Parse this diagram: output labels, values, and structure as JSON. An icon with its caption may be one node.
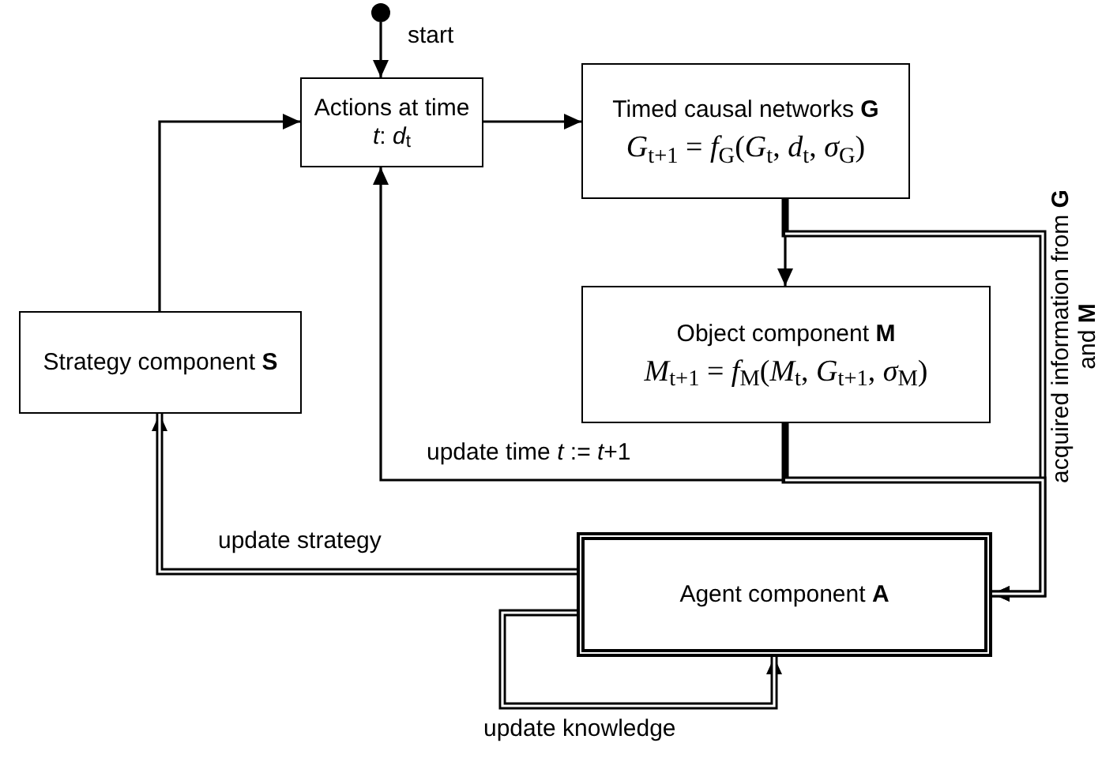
{
  "diagram": {
    "nodes": [
      {
        "text": [],
        "shape": "circle",
        "beside": [
          "start"
        ]
      },
      {
        "text": [
          "Actions at time *t*:  *d*$_{t}$"
        ]
      },
      {
        "text": [
          "Timed causal networks **G**",
          "*G*$_{t+1}$ = *f*$_{G}$(*G*$_{t}$, *d*$_{t}$, *σ*$_{G}$)"
        ]
      },
      {
        "text": [
          "Object component **M**",
          "*M*$_{t+1}$ = *f*$_{M}$(*M*$_{t}$, *G*$_{t+1}$, *σ*$_{M}$)"
        ]
      },
      {
        "text": [
          "Strategy component **S**"
        ]
      },
      {
        "text": [
          "Agent component **A**"
        ]
      }
    ],
    "edges": [
      {
        "from": 0,
        "to": 1,
        "arrow": "to"
      },
      {
        "from": 1,
        "to": 2,
        "arrow": "to"
      },
      {
        "from": 2,
        "to": 3,
        "arrow": "to"
      },
      {
        "from": 3,
        "to": 1,
        "arrow": "to",
        "label": "update time *t* := *t*+1"
      },
      {
        "from": 4,
        "to": 1,
        "arrow": "to"
      },
      {
        "from": 5,
        "to": 4,
        "arrow": "to",
        "label": "update strategy",
        "style": "thick"
      },
      {
        "from": 2,
        "to": 5,
        "arrow": "to",
        "label": "acquired information from **G** and **M**",
        "style": "thick"
      },
      {
        "from": 3,
        "to": 5,
        "arrow": "to",
        "style": "thick"
      },
      {
        "from": 5,
        "to": 5,
        "arrow": "to",
        "label": "update knowledge",
        "style": "thick"
      }
    ]
  }
}
